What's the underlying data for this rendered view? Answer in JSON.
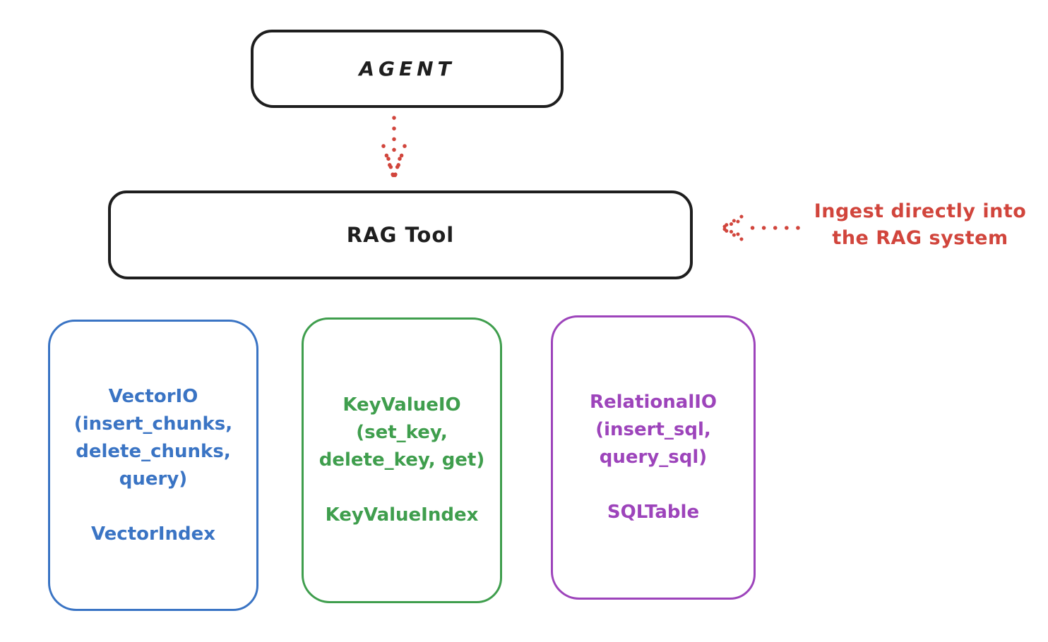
{
  "diagram": {
    "background_color": "#ffffff",
    "nodes": {
      "agent": {
        "label": "AGENT",
        "color": "#1e1e1e"
      },
      "rag_tool": {
        "label": "RAG Tool",
        "color": "#1e1e1e"
      }
    },
    "arrows": {
      "agent_to_rag_tool": "dotted-down-arrow",
      "ingest_into_rag_tool": "dotted-left-arrow",
      "color": "#d1453c"
    },
    "annotation": {
      "line1": "Ingest directly into",
      "line2": "the RAG system",
      "color": "#d1453c"
    },
    "backends": [
      {
        "name": "VectorIO",
        "color": "#3a74c4",
        "lines": [
          "VectorIO",
          "(insert_chunks,",
          "delete_chunks,",
          "query)"
        ],
        "index": "VectorIndex"
      },
      {
        "name": "KeyValueIO",
        "color": "#3f9e4d",
        "lines": [
          "KeyValueIO",
          "(set_key,",
          "delete_key, get)"
        ],
        "index": "KeyValueIndex"
      },
      {
        "name": "RelationalIO",
        "color": "#9d44bb",
        "lines": [
          "RelationalIO",
          "(insert_sql,",
          "query_sql)"
        ],
        "index": "SQLTable"
      }
    ]
  }
}
